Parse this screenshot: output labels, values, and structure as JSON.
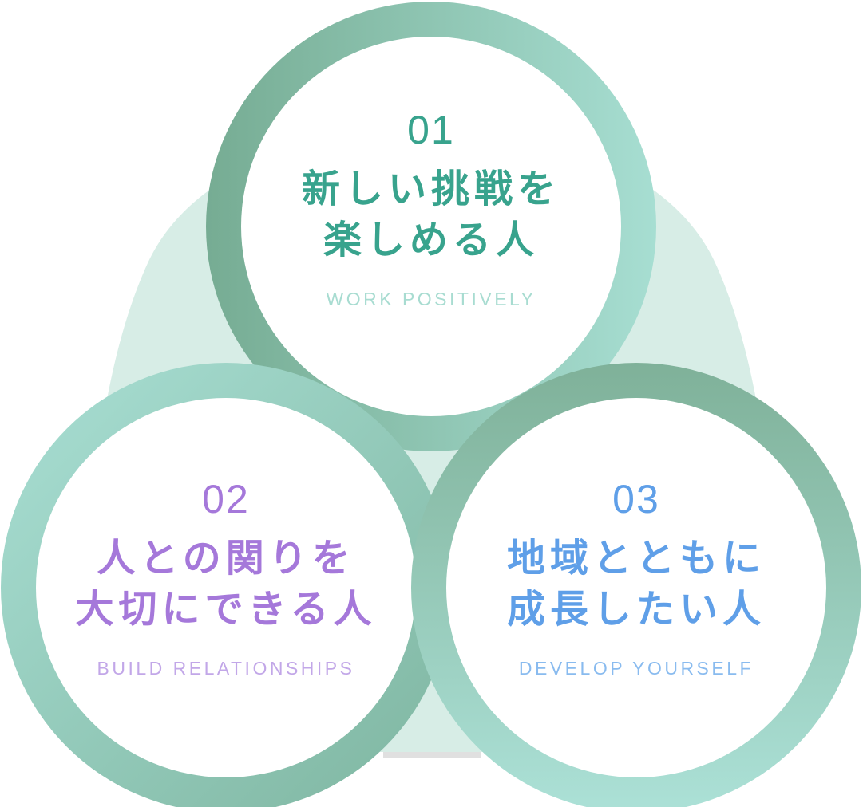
{
  "diagram": {
    "description_visible_text_only": "three overlapping value circles",
    "background": {
      "triangle_fill": "#d7ede6",
      "base_strip_fill": "#e0e0e0",
      "page_fill": "#ffffff"
    },
    "circles": [
      {
        "number": "01",
        "title_lines": [
          "新しい挑戦を",
          "楽しめる人"
        ],
        "subtitle": "WORK POSITIVELY",
        "accent": "#38a38d",
        "subtitle_color": "#a8dcd1",
        "border_gradient": {
          "from": "#76ac93",
          "to": "#a7ded2"
        }
      },
      {
        "number": "02",
        "title_lines": [
          "人との関りを",
          "大切にできる人"
        ],
        "subtitle": "BUILD RELATIONSHIPS",
        "accent": "#a578da",
        "subtitle_color": "#c2a7e8",
        "border_gradient": {
          "from": "#a9dfd4",
          "to": "#7eb5a0"
        }
      },
      {
        "number": "03",
        "title_lines": [
          "地域とともに",
          "成長したい人"
        ],
        "subtitle": "DEVELOP YOURSELF",
        "accent": "#5f9fe8",
        "subtitle_color": "#89bbef",
        "border_gradient": {
          "from": "#7fb199",
          "to": "#ace1d7"
        }
      }
    ]
  }
}
